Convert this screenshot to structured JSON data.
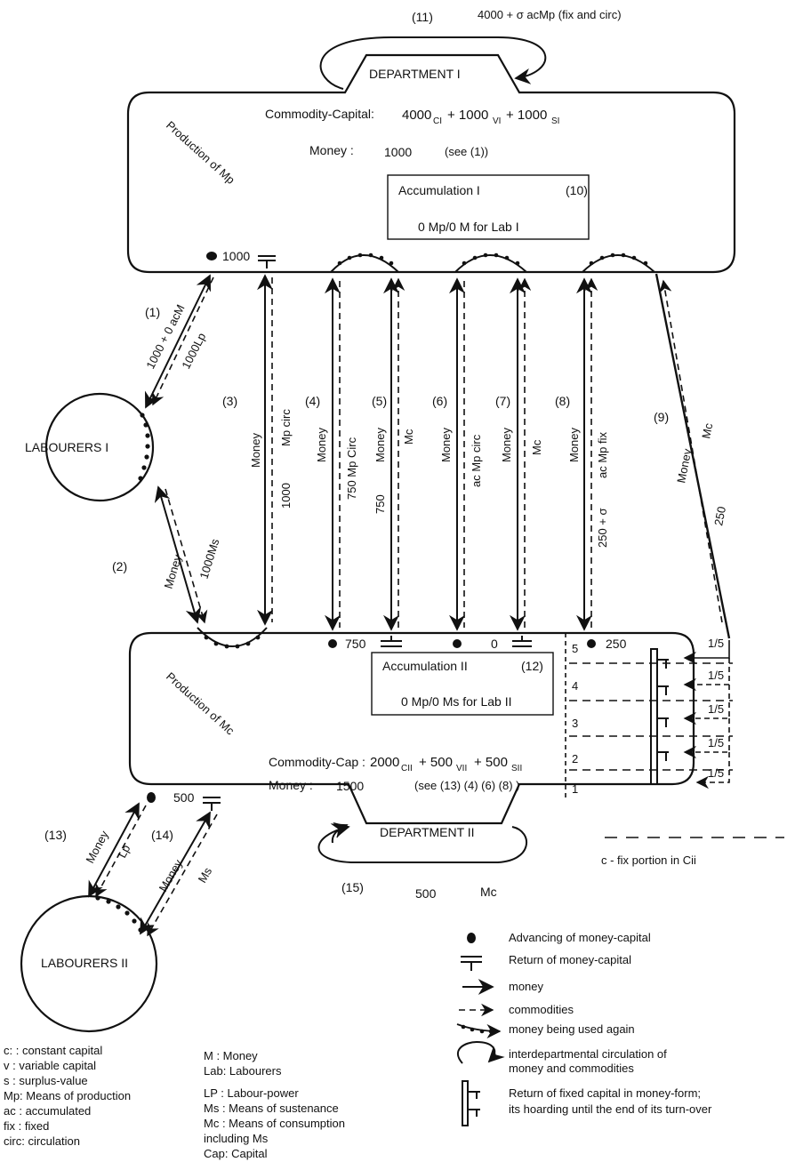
{
  "top_note": {
    "num": "(11)",
    "text": "4000 + σ acMp (fix and circ)"
  },
  "dept1": {
    "title": "DEPARTMENT I",
    "side_label": "Production of Mp",
    "cc_label": "Commodity-Capital:",
    "cc_a": "4000",
    "cc_a_sub": "CI",
    "cc_b": "+ 1000",
    "cc_b_sub": "VI",
    "cc_c": "+ 1000",
    "cc_c_sub": "SI",
    "money_label": "Money :",
    "money_value": "1000",
    "money_note": "(see (1))",
    "acc_title": "Accumulation I",
    "acc_num": "(10)",
    "acc_text": "0 Mp/0 M for Lab I",
    "bottom_value": "1000"
  },
  "dept2": {
    "title": "DEPARTMENT II",
    "side_label": "Production of Mc",
    "cc_label": "Commodity-Cap :",
    "cc_a": "2000",
    "cc_a_sub": "CII",
    "cc_b": "+ 500",
    "cc_b_sub": "VII",
    "cc_c": "+ 500",
    "cc_c_sub": "SII",
    "money_label": "Money :",
    "money_value": "1500",
    "money_note": "(see (13) (4) (6) (8) )",
    "acc_title": "Accumulation II",
    "acc_num": "(12)",
    "acc_text": "0 Mp/0 Ms for Lab II",
    "v750": "750",
    "v0": "0",
    "v250": "250",
    "v500": "500",
    "levels": [
      "5",
      "4",
      "3",
      "2",
      "1"
    ],
    "fifths": [
      "1/5",
      "1/5",
      "1/5",
      "1/5",
      "1/5"
    ],
    "loop_num": "(15)",
    "loop_value": "500",
    "loop_label": "Mc"
  },
  "labourers1": {
    "label": "LABOURERS I"
  },
  "labourers2": {
    "label": "LABOURERS II"
  },
  "flows": {
    "f1_num": "(1)",
    "f1_a": "1000 + 0 acM",
    "f1_b": "1000Lp",
    "f2_num": "(2)",
    "f2_a": "Money",
    "f2_b": "1000Ms",
    "f3_num": "(3)",
    "f3_a": "Money",
    "f3_b": "Mp circ",
    "f3_c": "1000",
    "f4_num": "(4)",
    "f4_a": "Money",
    "f4_b": "750 Mp Circ",
    "f5_num": "(5)",
    "f5_a": "Money",
    "f5_b": "750",
    "f5_c": "Mc",
    "f6_num": "(6)",
    "f6_a": "Money",
    "f6_b": "ac Mp circ",
    "f7_num": "(7)",
    "f7_a": "Money",
    "f7_b": "Mc",
    "f8_num": "(8)",
    "f8_a": "Money",
    "f8_b": "ac Mp fix",
    "f8_c": "250 + σ",
    "f9_num": "(9)",
    "f9_a": "Money",
    "f9_b": "Mc",
    "f9_c": "250",
    "f13_num": "(13)",
    "f13_a": "Money",
    "f13_b": "Lp",
    "f14_num": "(14)",
    "f14_a": "Money",
    "f14_b": "Ms"
  },
  "fix_note": "c - fix portion in Cii",
  "legend": [
    {
      "icon": "dot",
      "label": "Advancing of money-capital"
    },
    {
      "icon": "return",
      "label": "Return of money-capital"
    },
    {
      "icon": "arrow-solid",
      "label": "money"
    },
    {
      "icon": "arrow-dashed",
      "label": "commodities"
    },
    {
      "icon": "beaded",
      "label": "money being used again"
    },
    {
      "icon": "loop",
      "label": "interdepartmental circulation of",
      "label2": "money and commodities"
    },
    {
      "icon": "comb",
      "label": "Return of fixed capital in money-form;",
      "label2": "its hoarding until the end of its turn-over"
    }
  ],
  "abbrev_left": [
    "c:  : constant capital",
    "v   : variable capital",
    "s   : surplus-value",
    "Mp: Means of production",
    "ac : accumulated",
    "fix : fixed",
    "circ: circulation"
  ],
  "abbrev_right": [
    "M  : Money",
    "Lab: Labourers",
    "LP : Labour-power",
    "Ms : Means of sustenance",
    "Mc : Means of consumption",
    "       including Ms",
    "Cap: Capital"
  ]
}
